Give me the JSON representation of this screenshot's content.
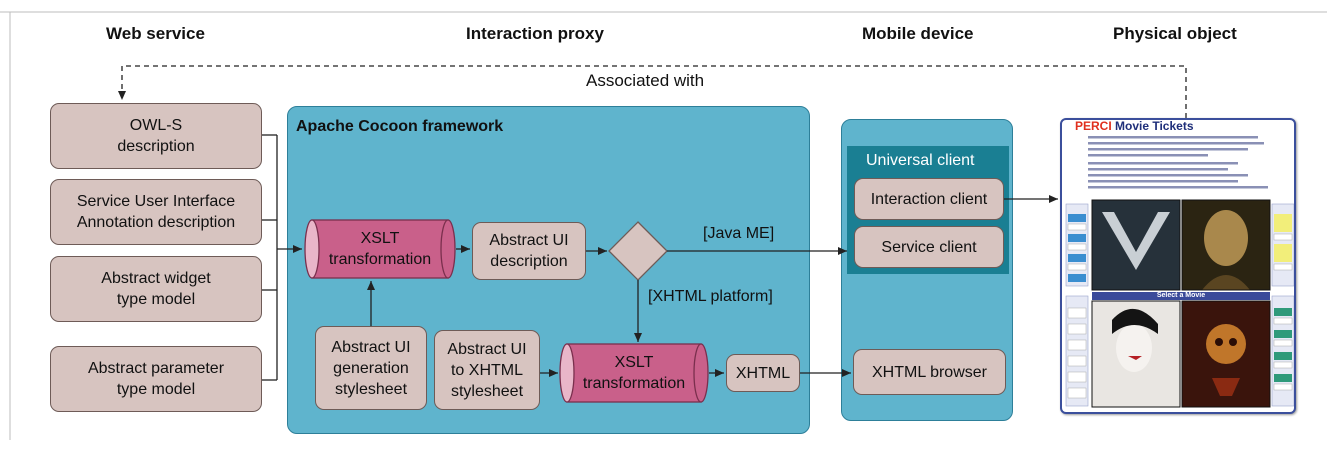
{
  "headers": {
    "web_service": "Web service",
    "interaction_proxy": "Interaction proxy",
    "mobile_device": "Mobile device",
    "physical_object": "Physical object"
  },
  "associated_with": "Associated with",
  "web_service_boxes": [
    "OWL-S\ndescription",
    "Service User Interface\nAnnotation description",
    "Abstract widget\ntype model",
    "Abstract parameter\ntype model"
  ],
  "cocoon": {
    "title": "Apache Cocoon framework",
    "xslt_top": "XSLT\ntransformation",
    "abstract_ui_description": "Abstract UI\ndescription",
    "generation_stylesheet": "Abstract UI\ngeneration\nstylesheet",
    "xhtml_stylesheet": "Abstract UI\nto XHTML\nstylesheet",
    "xslt_bottom": "XSLT\ntransformation",
    "xhtml": "XHTML",
    "java_me_label": "[Java ME]",
    "xhtml_platform_label": "[XHTML platform]"
  },
  "mobile": {
    "universal_client": "Universal client",
    "interaction_client": "Interaction client",
    "service_client": "Service client",
    "xhtml_browser": "XHTML browser"
  },
  "poster": {
    "brand": "PERCI",
    "title": " Movie Tickets",
    "select_label": "Select a Movie"
  },
  "colors": {
    "cocoon_fill": "#5fb4cd",
    "universal_client_fill": "#1a7f93",
    "box_fill": "#d7c4c0",
    "xslt_fill": "#c9608a"
  }
}
